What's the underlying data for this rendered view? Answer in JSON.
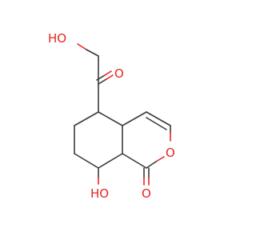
{
  "molecule": {
    "atom_labels": {
      "top_hydroxyl": "HO",
      "ketone_oxygen": "O",
      "ring_oxygen": "O",
      "lactone_carbonyl_oxygen": "O",
      "bottom_hydroxyl": "HO"
    },
    "colors": {
      "bond": "#3a3a3a",
      "heteroatom": "#e8231f",
      "background": "#ffffff"
    }
  }
}
